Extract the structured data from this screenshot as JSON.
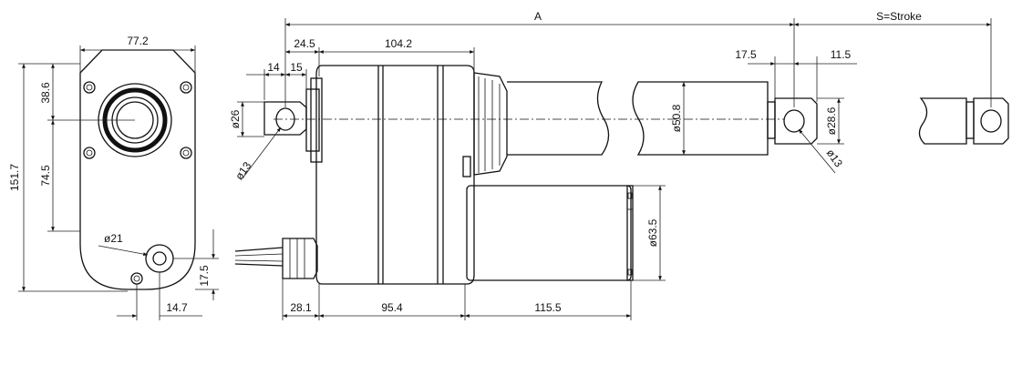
{
  "dimensions": {
    "width_77_2": "77.2",
    "height_151_7": "151.7",
    "mount_38_6": "38.6",
    "mount_74_5": "74.5",
    "hole_21": "ø21",
    "offset_17_5": "17.5",
    "offset_14_7": "14.7",
    "overall_a": "A",
    "stroke": "S=Stroke",
    "len_24_5": "24.5",
    "len_104_2": "104.2",
    "len_14": "14",
    "len_15": "15",
    "dia_26": "ø26",
    "dia_13_left": "ø13",
    "len_17_5_rod": "17.5",
    "len_11_5": "11.5",
    "dia_50_8": "ø50.8",
    "dia_28_6": "ø28.6",
    "dia_13_right": "ø13",
    "dia_63_5": "ø63.5",
    "len_28_1": "28.1",
    "len_95_4": "95.4",
    "len_115_5": "115.5"
  }
}
